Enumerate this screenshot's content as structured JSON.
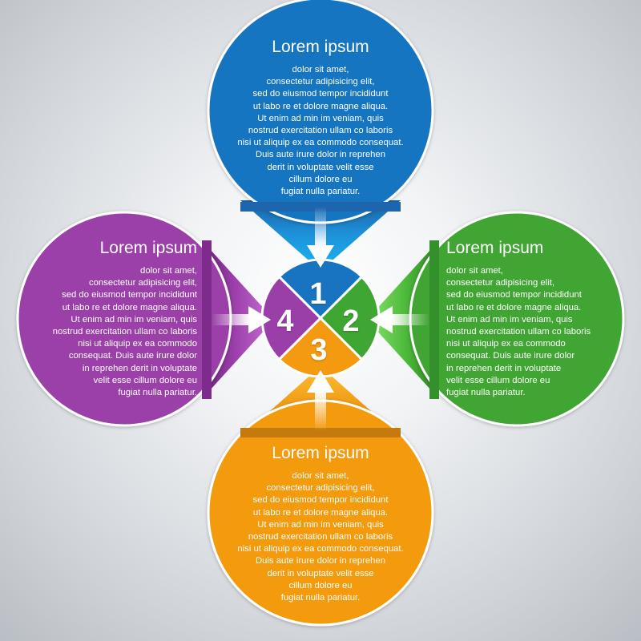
{
  "colors": {
    "blue": "#1874c0",
    "green": "#3fa533",
    "orange": "#f39a10",
    "purple": "#9b3fa8",
    "background": "#e8eaed"
  },
  "center": {
    "steps": [
      "1",
      "2",
      "3",
      "4"
    ]
  },
  "panels": {
    "blue": {
      "title": "Lorem ipsum",
      "body": "dolor sit amet,\nconsectetur adipisicing elit,\nsed do eiusmod tempor incididunt\nut labo re et dolore magne aliqua.\nUt enim ad min im veniam, quis\nnostrud exercitation ullam co laboris\nnisi ut aliquip ex ea commodo consequat.\nDuis aute irure dolor in reprehen\nderit in voluptate velit esse\ncillum dolore eu\nfugiat nulla pariatur."
    },
    "green": {
      "title": "Lorem ipsum",
      "body": "dolor sit amet,\nconsectetur adipisicing elit,\nsed do eiusmod tempor incididunt\nut labo re et dolore magne aliqua.\nUt enim ad min im veniam, quis\nnostrud exercitation ullam co laboris\nnisi ut aliquip ex ea commodo\nconsequat. Duis aute irure dolor\nin reprehen derit in voluptate\nvelit esse cillum dolore eu\nfugiat nulla pariatur."
    },
    "orange": {
      "title": "Lorem ipsum",
      "body": "dolor sit amet,\nconsectetur adipisicing elit,\nsed do eiusmod tempor incididunt\nut labo re et dolore magne aliqua.\nUt enim ad min im veniam, quis\nnostrud exercitation ullam co laboris\nnisi ut aliquip ex ea commodo consequat.\nDuis aute irure dolor in reprehen\nderit in voluptate velit esse\ncillum dolore eu\nfugiat nulla pariatur."
    },
    "purple": {
      "title": "Lorem ipsum",
      "body": "dolor sit amet,\nconsectetur adipisicing elit,\nsed do eiusmod tempor incididunt\nut labo re et dolore magne aliqua.\nUt enim ad min im veniam, quis\nnostrud exercitation ullam co laboris\nnisi ut aliquip ex ea commodo\nconsequat. Duis aute irure dolor\nin reprehen derit in voluptate\nvelit esse cillum dolore eu\nfugiat nulla pariatur."
    }
  }
}
